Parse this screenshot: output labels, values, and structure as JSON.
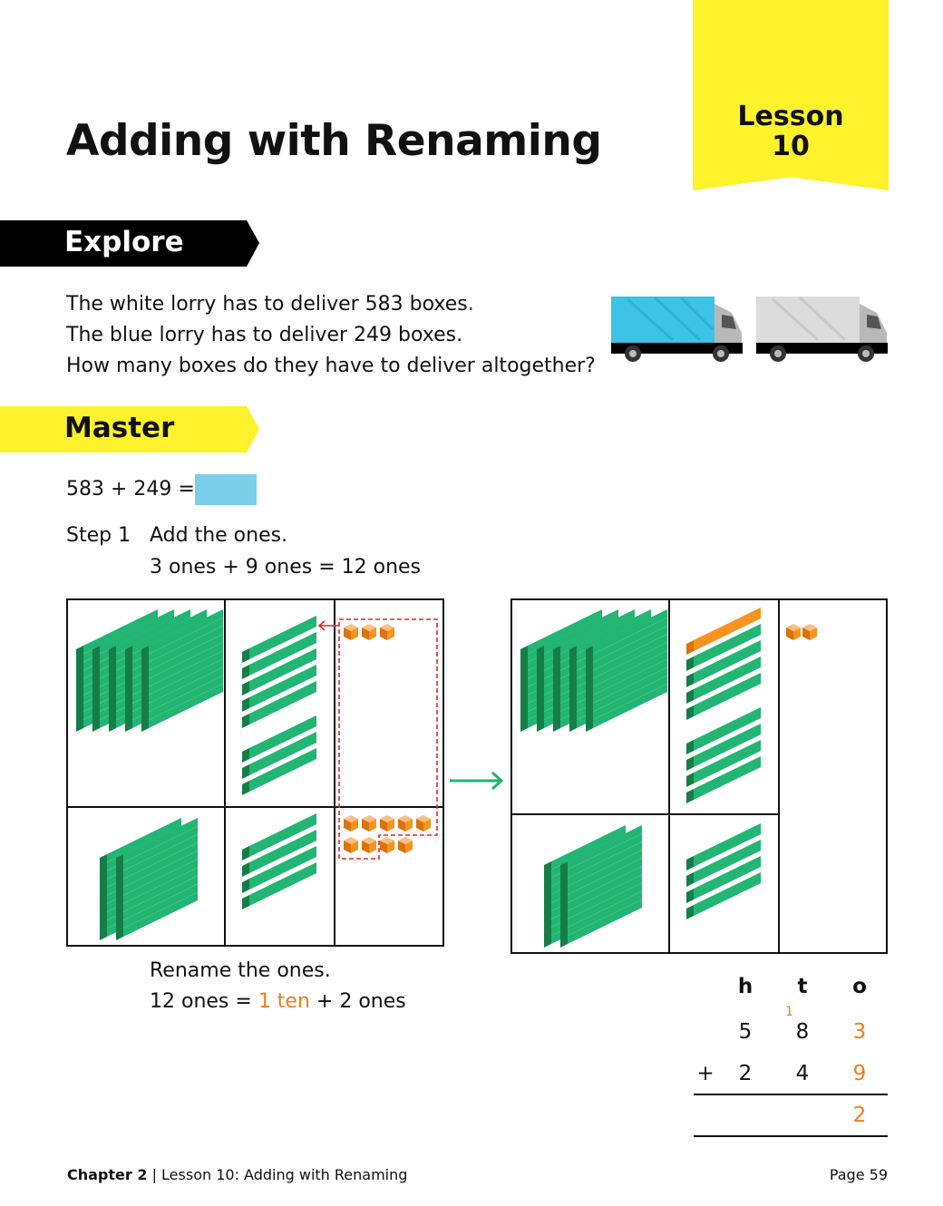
{
  "header": {
    "title": "Adding with Renaming",
    "lesson_label": "Lesson",
    "lesson_number": "10"
  },
  "explore": {
    "heading": "Explore",
    "lines": [
      "The white lorry has to deliver 583 boxes.",
      "The blue lorry has to deliver 249 boxes.",
      "How many boxes do they have to deliver altogether?"
    ]
  },
  "master": {
    "heading": "Master",
    "equation": "583 + 249 =",
    "step_label": "Step 1",
    "step_text": "Add the ones.",
    "step_equation": "3 ones + 9 ones = 12 ones",
    "rename_title": "Rename the ones.",
    "rename_prefix": "12 ones = ",
    "rename_highlight": "1 ten",
    "rename_suffix": " + 2 ones"
  },
  "blocks": {
    "before": {
      "top": {
        "hundreds": 5,
        "tens": 8,
        "ones": 3
      },
      "bottom": {
        "hundreds": 2,
        "tens": 4,
        "ones": 9
      }
    },
    "after": {
      "top": {
        "hundreds": 5,
        "tens": 8,
        "renamed_tens": 1,
        "ones": 2
      },
      "bottom": {
        "hundreds": 2,
        "tens": 4
      }
    }
  },
  "column_addition": {
    "headers": [
      "h",
      "t",
      "o"
    ],
    "carry": "1",
    "row1": [
      "5",
      "8",
      "3"
    ],
    "operator": "+",
    "row2": [
      "2",
      "4",
      "9"
    ],
    "result": [
      "",
      "",
      "2"
    ]
  },
  "footer": {
    "chapter": "Chapter 2",
    "lesson": "Lesson 10: Adding with Renaming",
    "page": "Page 59"
  },
  "colors": {
    "yellow": "#fef22c",
    "answer_box": "#7ccfe8",
    "accent_orange": "#f07d1a",
    "block_green": "#22b573",
    "arrow_green": "#1fb36b",
    "dash_red": "#e8242b"
  }
}
